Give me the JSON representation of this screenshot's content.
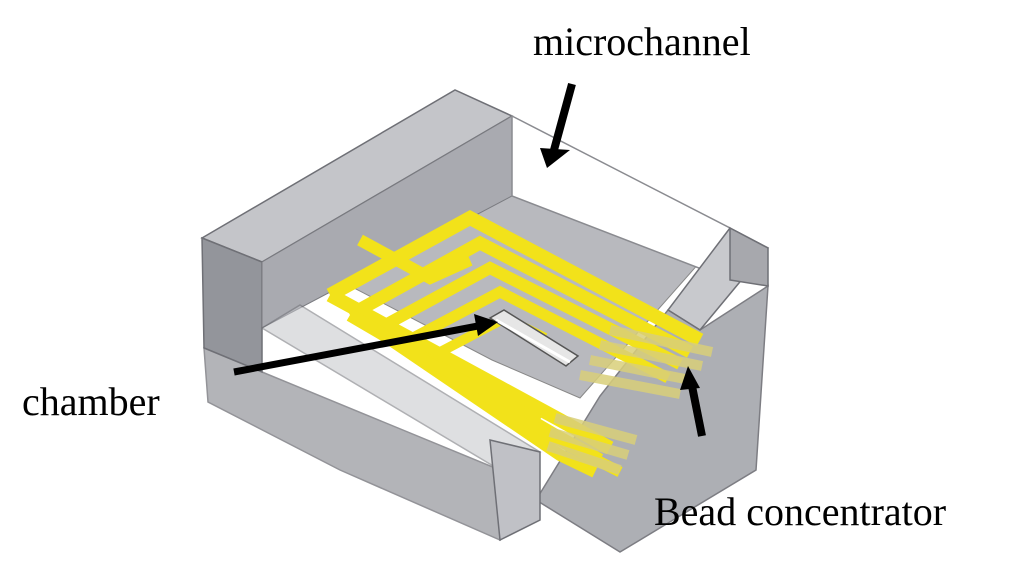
{
  "labels": {
    "microchannel": "microchannel",
    "chamber": "chamber",
    "bead_concentrator": "Bead concentrator"
  },
  "colors": {
    "electrode": "#f2e21a",
    "electrode_under_glass": "#d9cf7a",
    "glass_wall": "#8f9197",
    "glass_floor": "#b7b8bd",
    "channel_opening": "#ffffff",
    "arrow": "#000000"
  }
}
